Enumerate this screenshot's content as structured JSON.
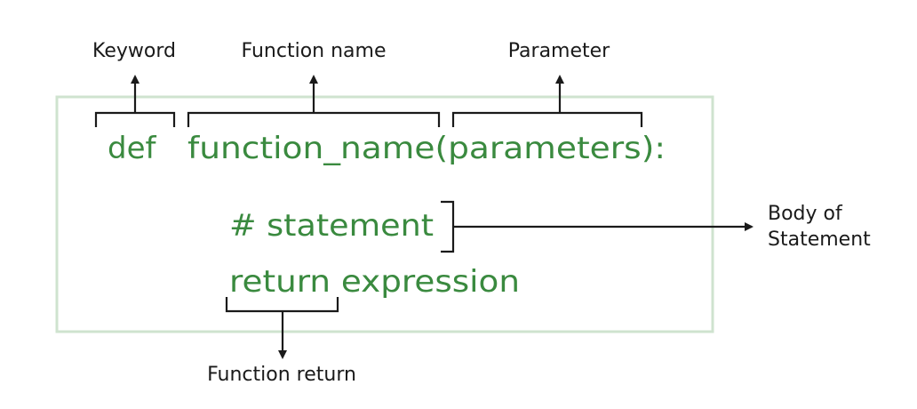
{
  "labels": {
    "keyword": "Keyword",
    "function_name": "Function name",
    "parameter": "Parameter",
    "body_line1": "Body of",
    "body_line2": "Statement",
    "function_return": "Function return"
  },
  "code": {
    "keyword": "def",
    "signature": "function_name(parameters):",
    "statement": "# statement",
    "return_line": "return expression"
  },
  "colors": {
    "code_green": "#3a8a3f",
    "box_border": "#cfe3cf",
    "annotation": "#1a1a1a"
  }
}
